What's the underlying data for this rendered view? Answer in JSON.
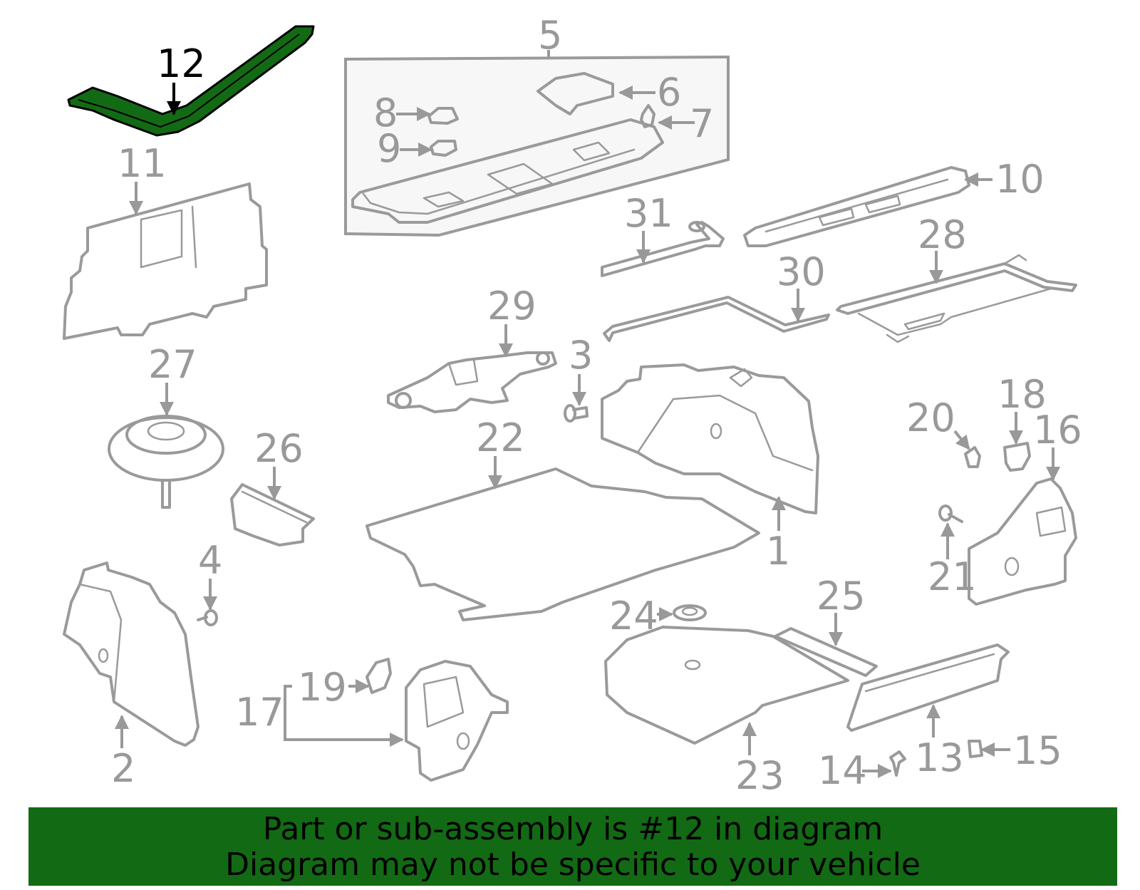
{
  "highlight_color": "#136a14",
  "highlighted_part": "12",
  "callouts": [
    "1",
    "2",
    "3",
    "4",
    "5",
    "6",
    "7",
    "8",
    "9",
    "10",
    "11",
    "12",
    "13",
    "14",
    "15",
    "16",
    "17",
    "18",
    "19",
    "20",
    "21",
    "22",
    "23",
    "24",
    "25",
    "26",
    "27",
    "28",
    "29",
    "30",
    "31"
  ],
  "banner": {
    "line1": "Part or sub-assembly is #12 in diagram",
    "line2": "Diagram may not be specific to your vehicle"
  }
}
